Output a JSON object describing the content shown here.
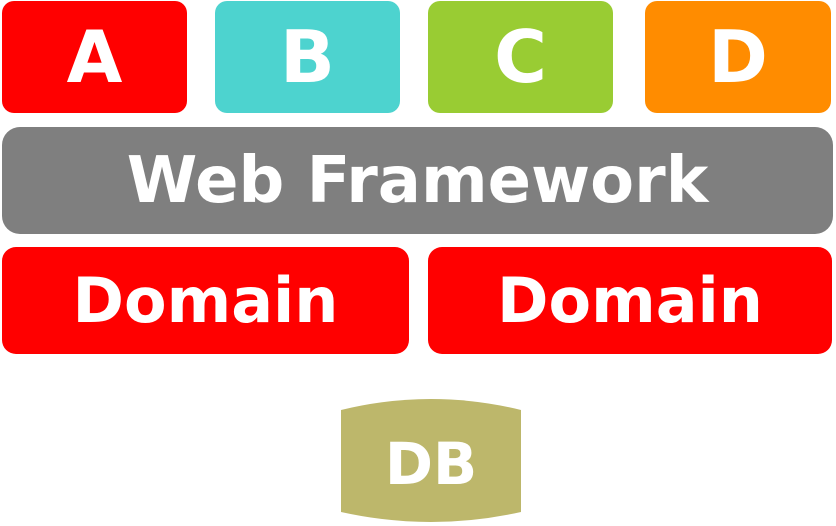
{
  "top_row": [
    {
      "label": "A",
      "color": "#ff0000"
    },
    {
      "label": "B",
      "color": "#4dd3cf"
    },
    {
      "label": "C",
      "color": "#99cc33"
    },
    {
      "label": "D",
      "color": "#ff8c00"
    }
  ],
  "framework": {
    "label": "Web Framework",
    "color": "#7f7f7f"
  },
  "domains": [
    {
      "label": "Domain",
      "color": "#ff0000"
    },
    {
      "label": "Domain",
      "color": "#ff0000"
    }
  ],
  "database": {
    "label": "DB",
    "color": "#bdb76b"
  }
}
